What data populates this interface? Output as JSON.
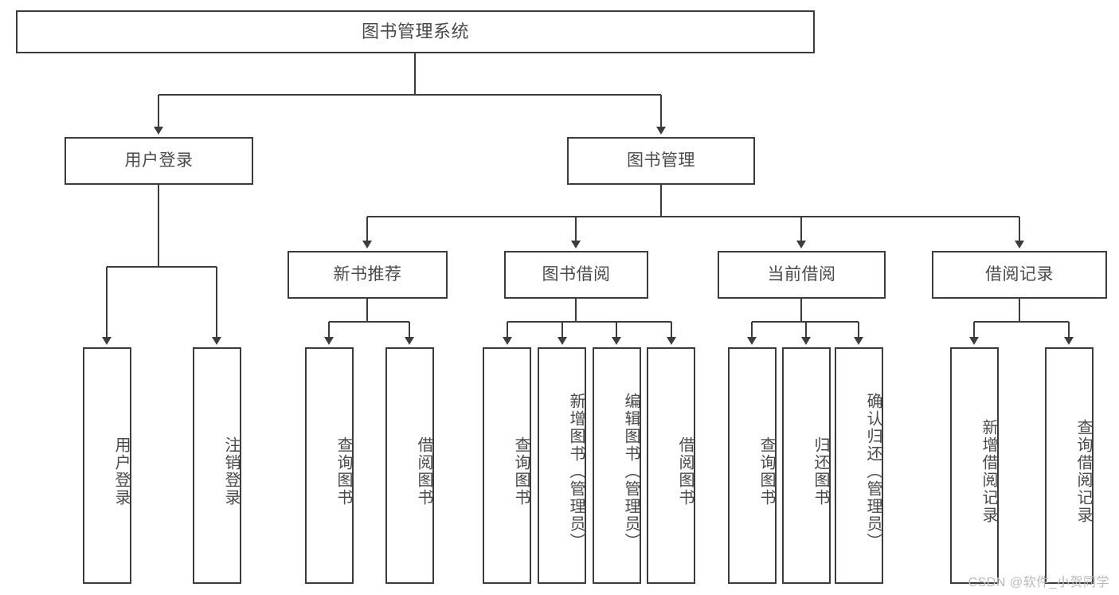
{
  "diagram": {
    "type": "tree",
    "title": "图书管理系统",
    "watermark": "CSDN @软件_小贺同学",
    "colors": {
      "box_border": "#3c3c3c",
      "box_fill": "#ffffff",
      "connector": "#3c3c3c",
      "text": "#4a4a4a",
      "watermark": "#b9b9b9"
    },
    "nodes": {
      "root": {
        "label": "图书管理系统"
      },
      "level1": [
        {
          "label": "用户登录"
        },
        {
          "label": "图书管理"
        }
      ],
      "level2": [
        {
          "label": "新书推荐"
        },
        {
          "label": "图书借阅"
        },
        {
          "label": "当前借阅"
        },
        {
          "label": "借阅记录"
        }
      ],
      "leaves": {
        "user_login": [
          {
            "label": "用户登录"
          },
          {
            "label": "注销登录"
          }
        ],
        "new_book": [
          {
            "label": "查询图书"
          },
          {
            "label": "借阅图书"
          }
        ],
        "book_borrow": [
          {
            "label": "查询图书"
          },
          {
            "label": "新增图书（管理员）"
          },
          {
            "label": "编辑图书（管理员）"
          },
          {
            "label": "借阅图书"
          }
        ],
        "current_borrow": [
          {
            "label": "查询图书"
          },
          {
            "label": "归还图书"
          },
          {
            "label": "确认归还（管理员）"
          }
        ],
        "borrow_record": [
          {
            "label": "新增借阅记录"
          },
          {
            "label": "查询借阅记录"
          }
        ]
      }
    }
  }
}
